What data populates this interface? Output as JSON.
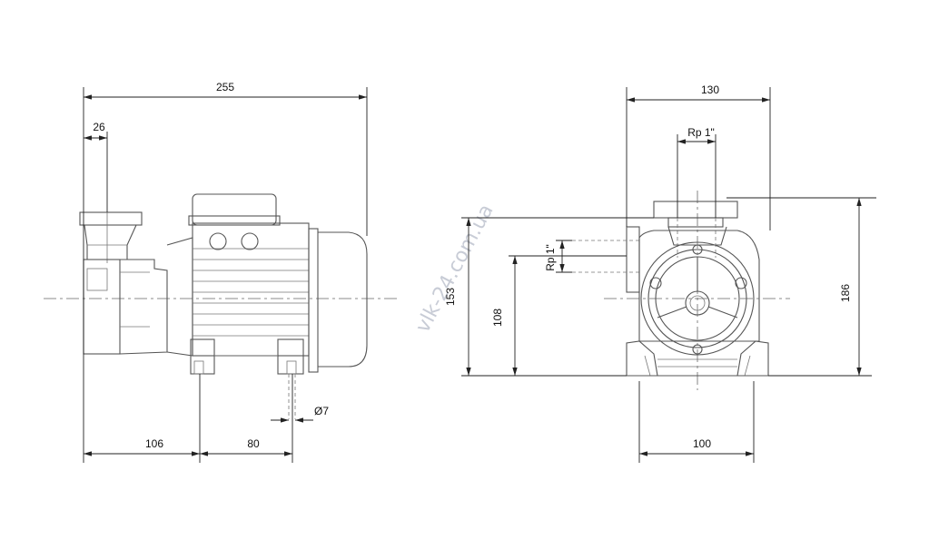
{
  "side_view": {
    "dimensions": {
      "overall_length": "255",
      "inlet_offset": "26",
      "inlet_to_foot": "106",
      "foot_spacing": "80",
      "bolt_hole": "Ø7"
    }
  },
  "front_view": {
    "dimensions": {
      "overall_width": "130",
      "outlet_thread": "Rp 1\"",
      "inlet_thread": "Rp 1\"",
      "outlet_height": "153",
      "shaft_height": "108",
      "overall_height": "186",
      "foot_width": "100"
    }
  },
  "watermark": "vlk-24.com.ua"
}
